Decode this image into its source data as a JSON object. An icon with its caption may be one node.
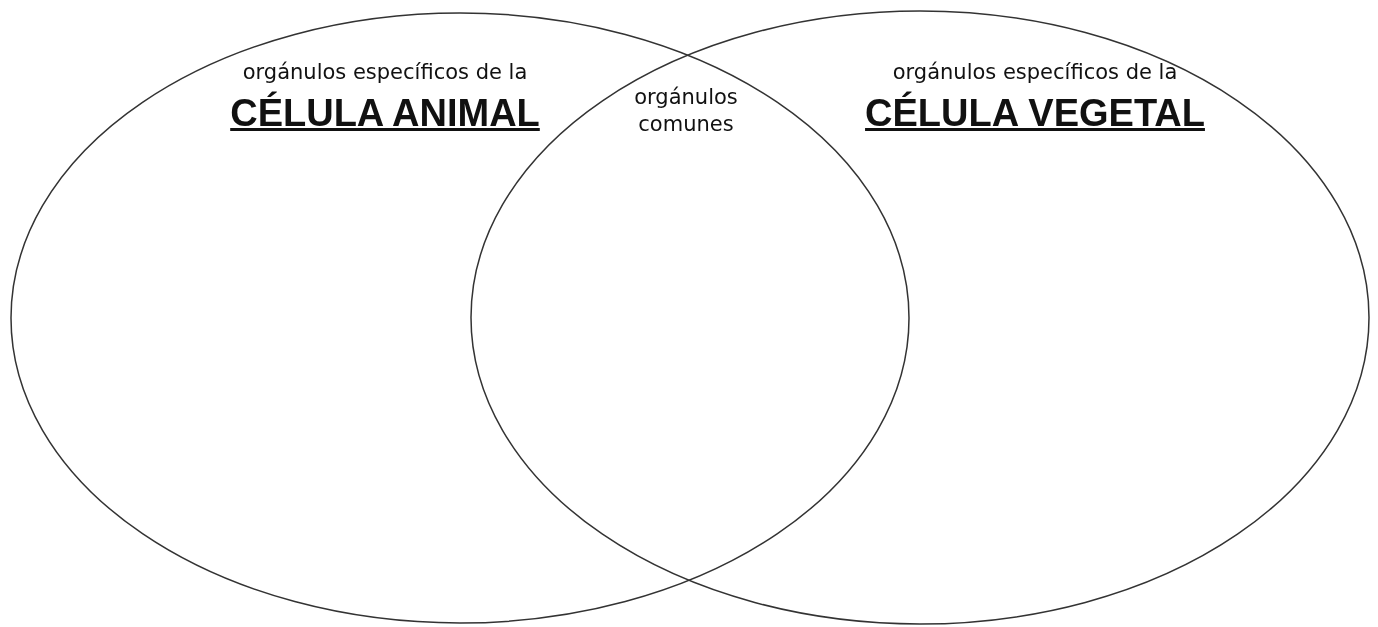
{
  "diagram": {
    "nodes": [
      {
        "text": [
          "orgánulos específicos de la",
          "CÉLULA ANIMAL"
        ]
      },
      {
        "text": [
          "orgánulos específicos de la",
          "CÉLULA VEGETAL"
        ]
      }
    ],
    "labels": [
      "orgánulos comunes"
    ]
  }
}
